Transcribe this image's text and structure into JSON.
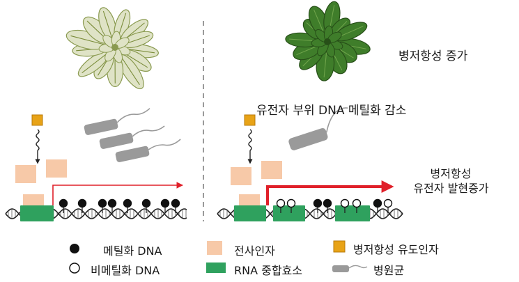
{
  "right_panel": {
    "resistance_increase": "병저항성 증가",
    "methylation_decrease": "유전자 부위 DNA 메틸화 감소",
    "arrow_label_line1": "병저항성",
    "arrow_label_line2": "유전자 발현증가"
  },
  "left_panel": {
    "methylation_pattern": [
      true,
      true,
      true,
      true,
      true,
      true,
      true,
      true
    ]
  },
  "right_methylation_pattern": [
    false,
    false,
    true,
    true,
    false,
    false,
    true,
    false
  ],
  "legend": {
    "methylated": "메틸화 DNA",
    "unmethylated": "비메틸화 DNA",
    "transcription_factor": "전사인자",
    "rna_polymerase": "RNA 중합효소",
    "inducer": "병저항성 유도인자",
    "pathogen": "병원균"
  },
  "colors": {
    "transcription_factor": "#f7c9a8",
    "rna_polymerase": "#2fa15e",
    "inducer": "#e8a317",
    "pathogen": "#9a9a9a",
    "arrow": "#e0202a",
    "dna": "#222222",
    "divider": "#9a9a9a",
    "leaf_healthy": "#3f7d2a",
    "leaf_diseased": "#dfe3c6"
  }
}
